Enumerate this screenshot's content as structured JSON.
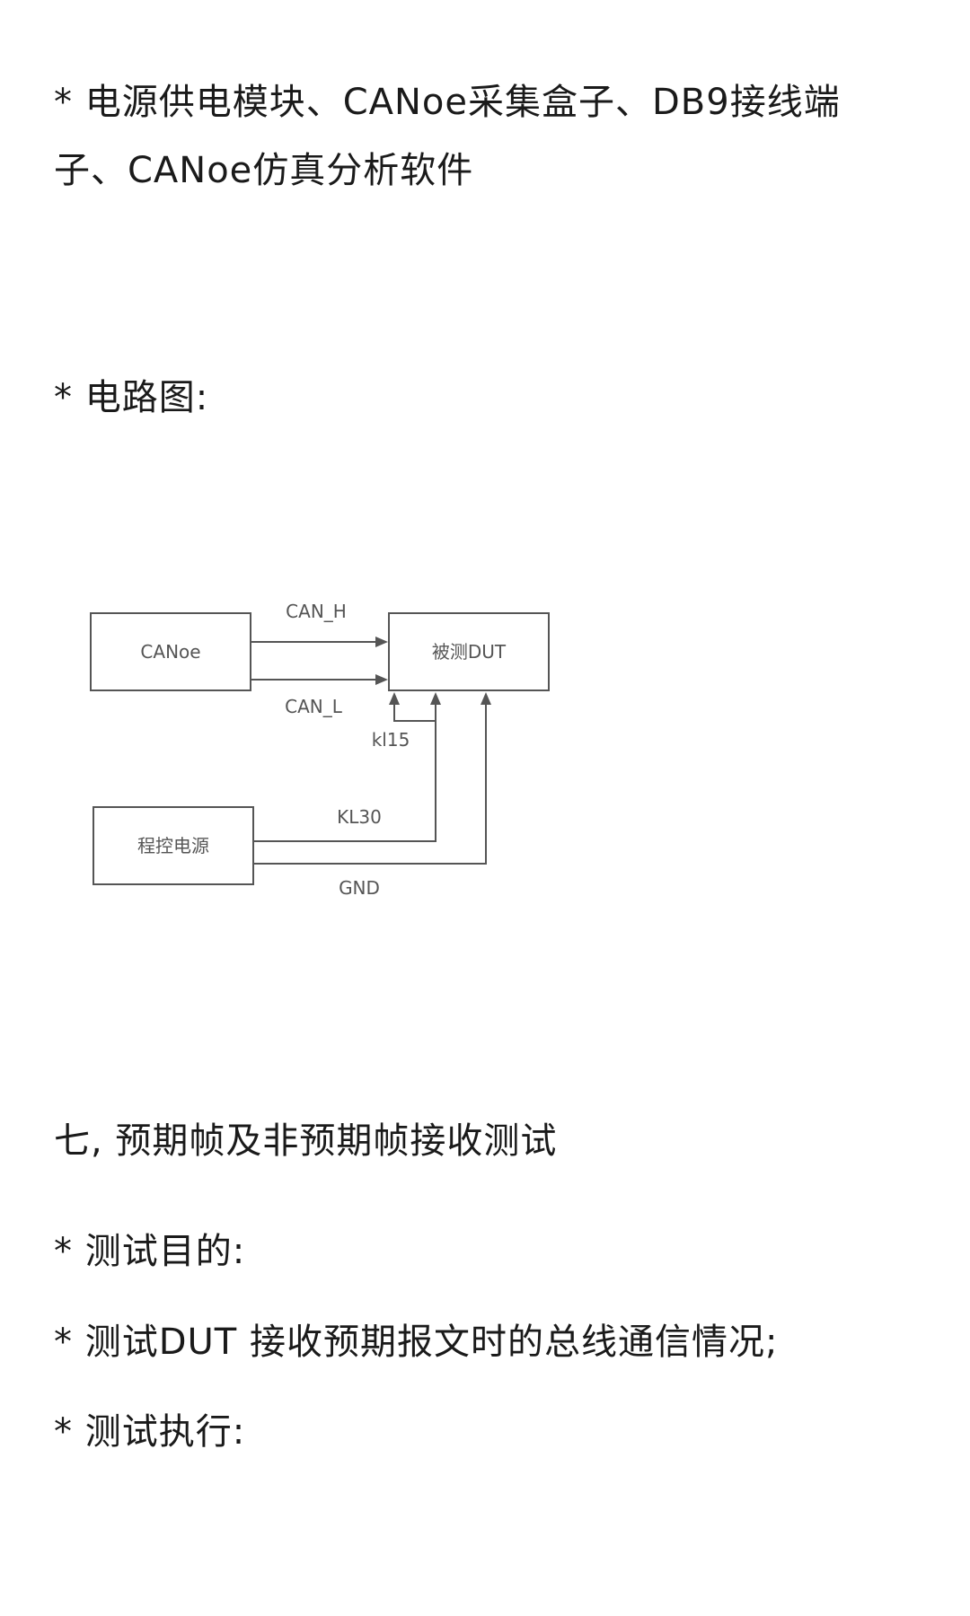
{
  "equipment": {
    "line1": "* 电源供电模块、CANoe采集盒子、DB9接线端",
    "line2": "子、CANoe仿真分析软件"
  },
  "circuit_heading": "* 电路图:",
  "diagram": {
    "box_canoe": "CANoe",
    "box_dut": "被测DUT",
    "box_power": "程控电源",
    "label_can_h": "CAN_H",
    "label_can_l": "CAN_L",
    "label_kl15": "kl15",
    "label_kl30": "KL30",
    "label_gnd": "GND"
  },
  "section7_title": "七, 预期帧及非预期帧接收测试",
  "purpose_heading": "* 测试目的:",
  "purpose_text": "* 测试DUT 接收预期报文时的总线通信情况;",
  "execution_heading": "* 测试执行:"
}
